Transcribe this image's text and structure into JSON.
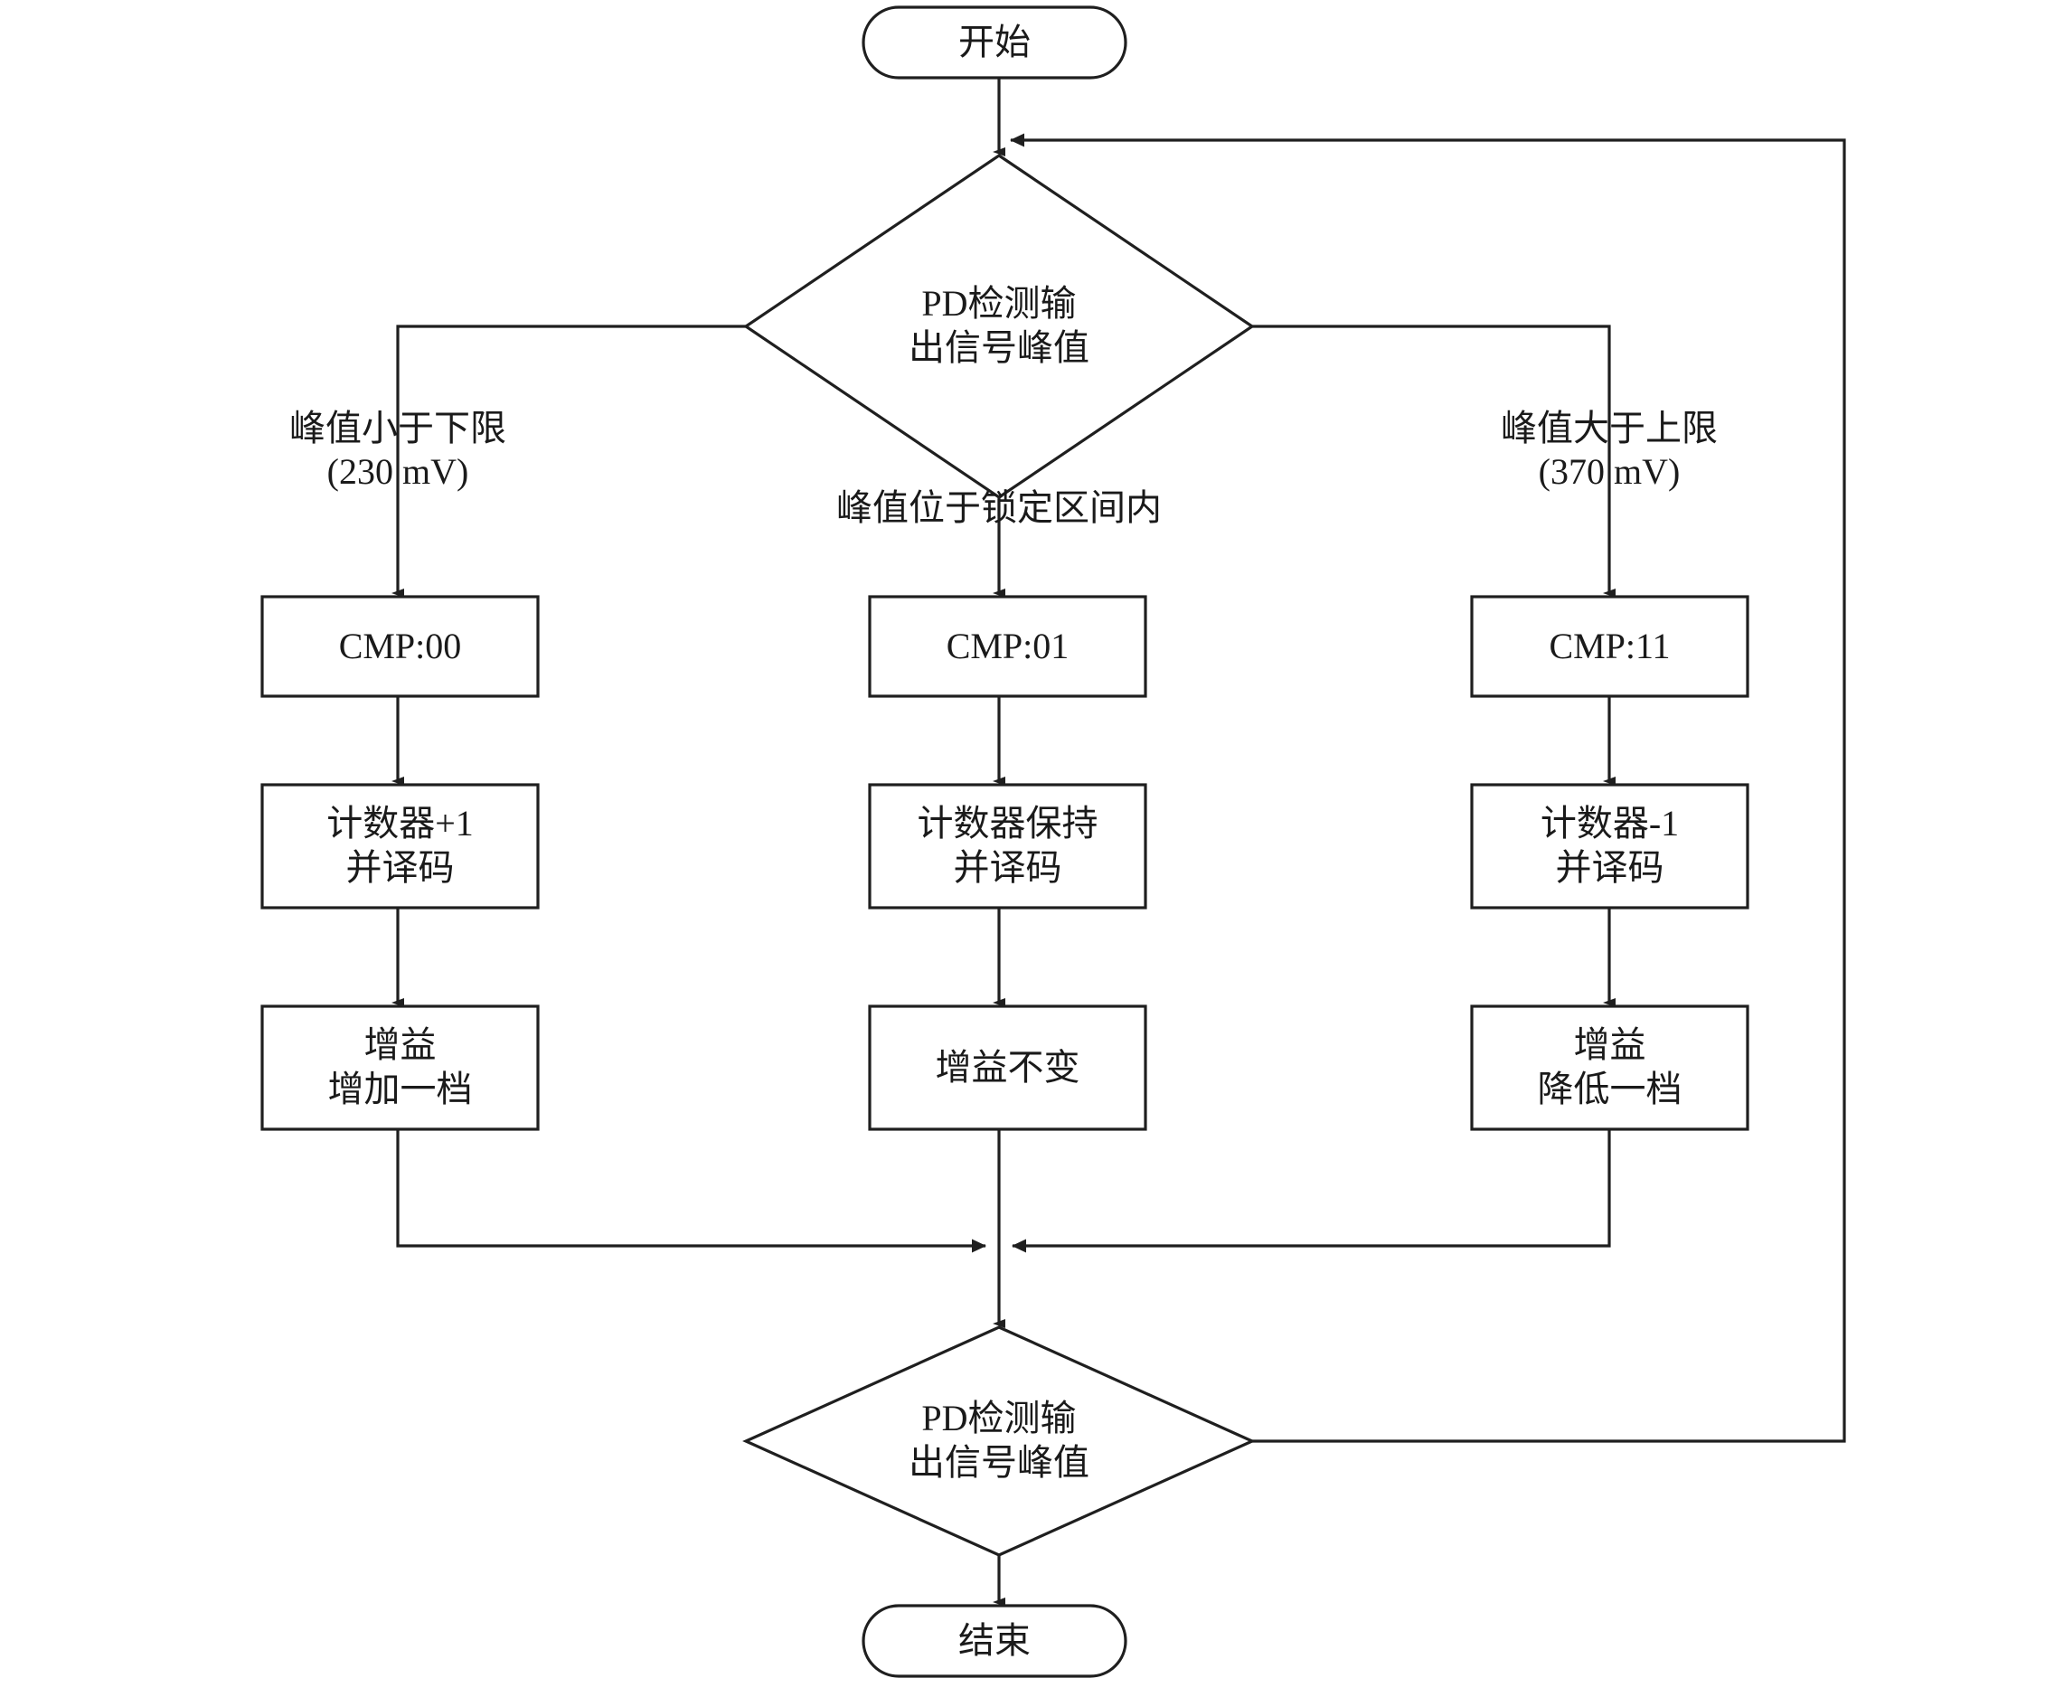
{
  "diagram": {
    "title": "PD检测输出信号峰值自动增益控制流程图",
    "language": "zh-CN",
    "stroke_color": "#1f1f1f",
    "fill_color": "#ffffff",
    "text_color": "#1a1a1a"
  },
  "nodes": {
    "start": {
      "text": "开始",
      "shape": "terminal"
    },
    "decision_top": {
      "line1": "PD检测输",
      "line2": "出信号峰值",
      "shape": "decision"
    },
    "cmp_low": {
      "text": "CMP:00",
      "shape": "process"
    },
    "cmp_mid": {
      "text": "CMP:01",
      "shape": "process"
    },
    "cmp_high": {
      "text": "CMP:11",
      "shape": "process"
    },
    "counter_inc": {
      "line1": "计数器+1",
      "line2": "并译码",
      "shape": "process"
    },
    "counter_hold": {
      "line1": "计数器保持",
      "line2": "并译码",
      "shape": "process"
    },
    "counter_dec": {
      "line1": "计数器-1",
      "line2": "并译码",
      "shape": "process"
    },
    "gain_up": {
      "line1": "增益",
      "line2": "增加一档",
      "shape": "process"
    },
    "gain_same": {
      "line1": "增益不变",
      "line2": "",
      "shape": "process"
    },
    "gain_down": {
      "line1": "增益",
      "line2": "降低一档",
      "shape": "process"
    },
    "decision_bottom": {
      "line1": "PD检测输",
      "line2": "出信号峰值",
      "shape": "decision"
    },
    "end": {
      "text": "结束",
      "shape": "terminal"
    }
  },
  "edge_labels": {
    "branch_low": {
      "line1": "峰值小于下限",
      "line2": "(230 mV)"
    },
    "branch_mid": {
      "line1": "峰值位于锁定区间内",
      "line2": ""
    },
    "branch_high": {
      "line1": "峰值大于上限",
      "line2": "(370 mV)"
    }
  },
  "thresholds": {
    "lower_limit": "230 mV",
    "upper_limit": "370 mV"
  }
}
